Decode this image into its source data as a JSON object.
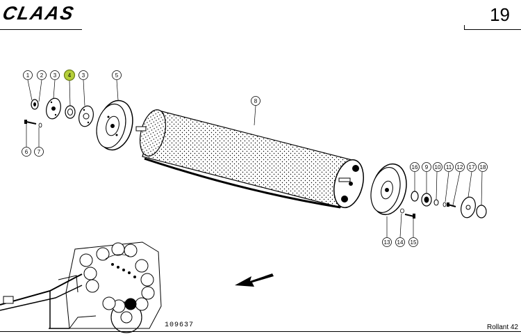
{
  "header": {
    "brand": "CLAAS",
    "page_number": "19"
  },
  "footer": {
    "reference": "109637",
    "model": "Rollant 42"
  },
  "callouts": {
    "c1": "1",
    "c2": "2",
    "c3a": "3",
    "c4": "4",
    "c3b": "3",
    "c5": "5",
    "c6": "6",
    "c7": "7",
    "c8": "8",
    "c16": "16",
    "c9": "9",
    "c10": "10",
    "c11": "11",
    "c12": "12",
    "c17": "17",
    "c18": "18",
    "c13": "13",
    "c14": "14",
    "c15": "15"
  },
  "highlight_color": "#b5cf3a"
}
